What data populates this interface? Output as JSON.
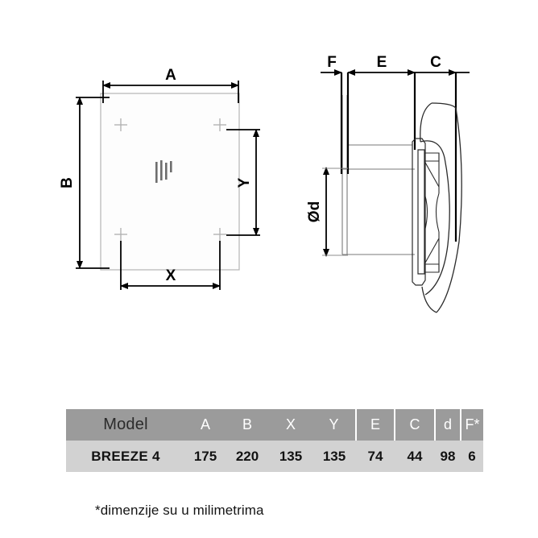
{
  "diagram": {
    "type": "technical-dimension-drawing",
    "front_view": {
      "name": "front-view",
      "dimension_labels": [
        "A",
        "B",
        "X",
        "Y"
      ],
      "label_a": "A",
      "label_b": "B",
      "label_x": "X",
      "label_y": "Y"
    },
    "side_view": {
      "name": "side-view",
      "dimension_labels": [
        "F",
        "E",
        "C",
        "Ød"
      ],
      "label_f": "F",
      "label_e": "E",
      "label_c": "C",
      "label_d": "Ød"
    }
  },
  "table": {
    "headers": [
      "Model",
      "A",
      "B",
      "X",
      "Y",
      "E",
      "C",
      "d",
      "F*"
    ],
    "rows": [
      {
        "model": "BREEZE 4",
        "A": "175",
        "B": "220",
        "X": "135",
        "Y": "135",
        "E": "74",
        "C": "44",
        "d": "98",
        "F": "6"
      }
    ],
    "header_bg": "#9b9b9b",
    "row_bg": "#d2d2d2"
  },
  "footnote": {
    "text": "*dimenzije su u milimetrima"
  }
}
